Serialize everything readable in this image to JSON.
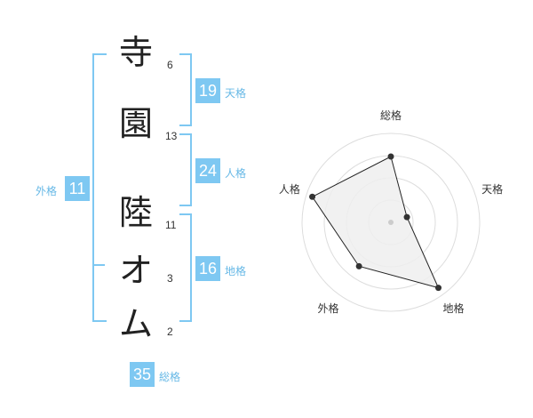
{
  "accent_color": "#7ec8f2",
  "characters": [
    {
      "char": "寺",
      "strokes": "6"
    },
    {
      "char": "園",
      "strokes": "13"
    },
    {
      "char": "陸",
      "strokes": "11"
    },
    {
      "char": "オ",
      "strokes": "3"
    },
    {
      "char": "ム",
      "strokes": "2"
    }
  ],
  "fortune": {
    "tenkaku": {
      "value": "19",
      "label": "天格"
    },
    "jinkaku": {
      "value": "24",
      "label": "人格"
    },
    "chikaku": {
      "value": "16",
      "label": "地格"
    },
    "gaikaku": {
      "value": "11",
      "label": "外格"
    },
    "soukaku": {
      "value": "35",
      "label": "総格"
    }
  },
  "chart_data": {
    "type": "radar",
    "axes": [
      "総格",
      "天格",
      "地格",
      "外格",
      "人格"
    ],
    "values": [
      0.74,
      0.19,
      0.91,
      0.61,
      0.93
    ],
    "rings": 4,
    "max": 1
  }
}
